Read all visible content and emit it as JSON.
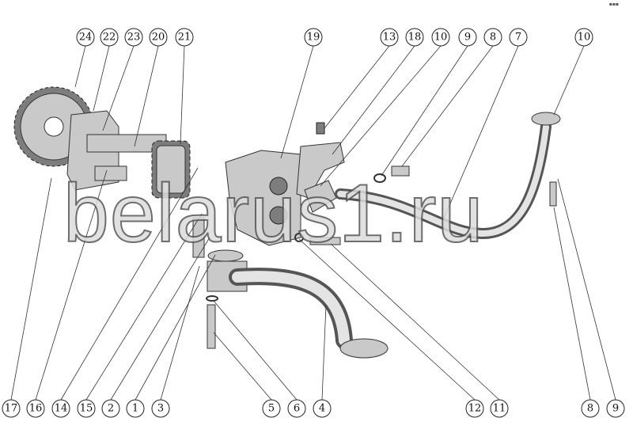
{
  "diagram": {
    "watermark": "belarus1.ru",
    "corner_mark": "▪▪▪",
    "callouts_top": [
      "24",
      "22",
      "23",
      "20",
      "21",
      "19",
      "13",
      "18",
      "10",
      "9",
      "8",
      "7",
      "10"
    ],
    "callouts_bottom": [
      "17",
      "16",
      "14",
      "15",
      "2",
      "1",
      "3",
      "5",
      "6",
      "4",
      "12",
      "11",
      "8",
      "9"
    ]
  }
}
